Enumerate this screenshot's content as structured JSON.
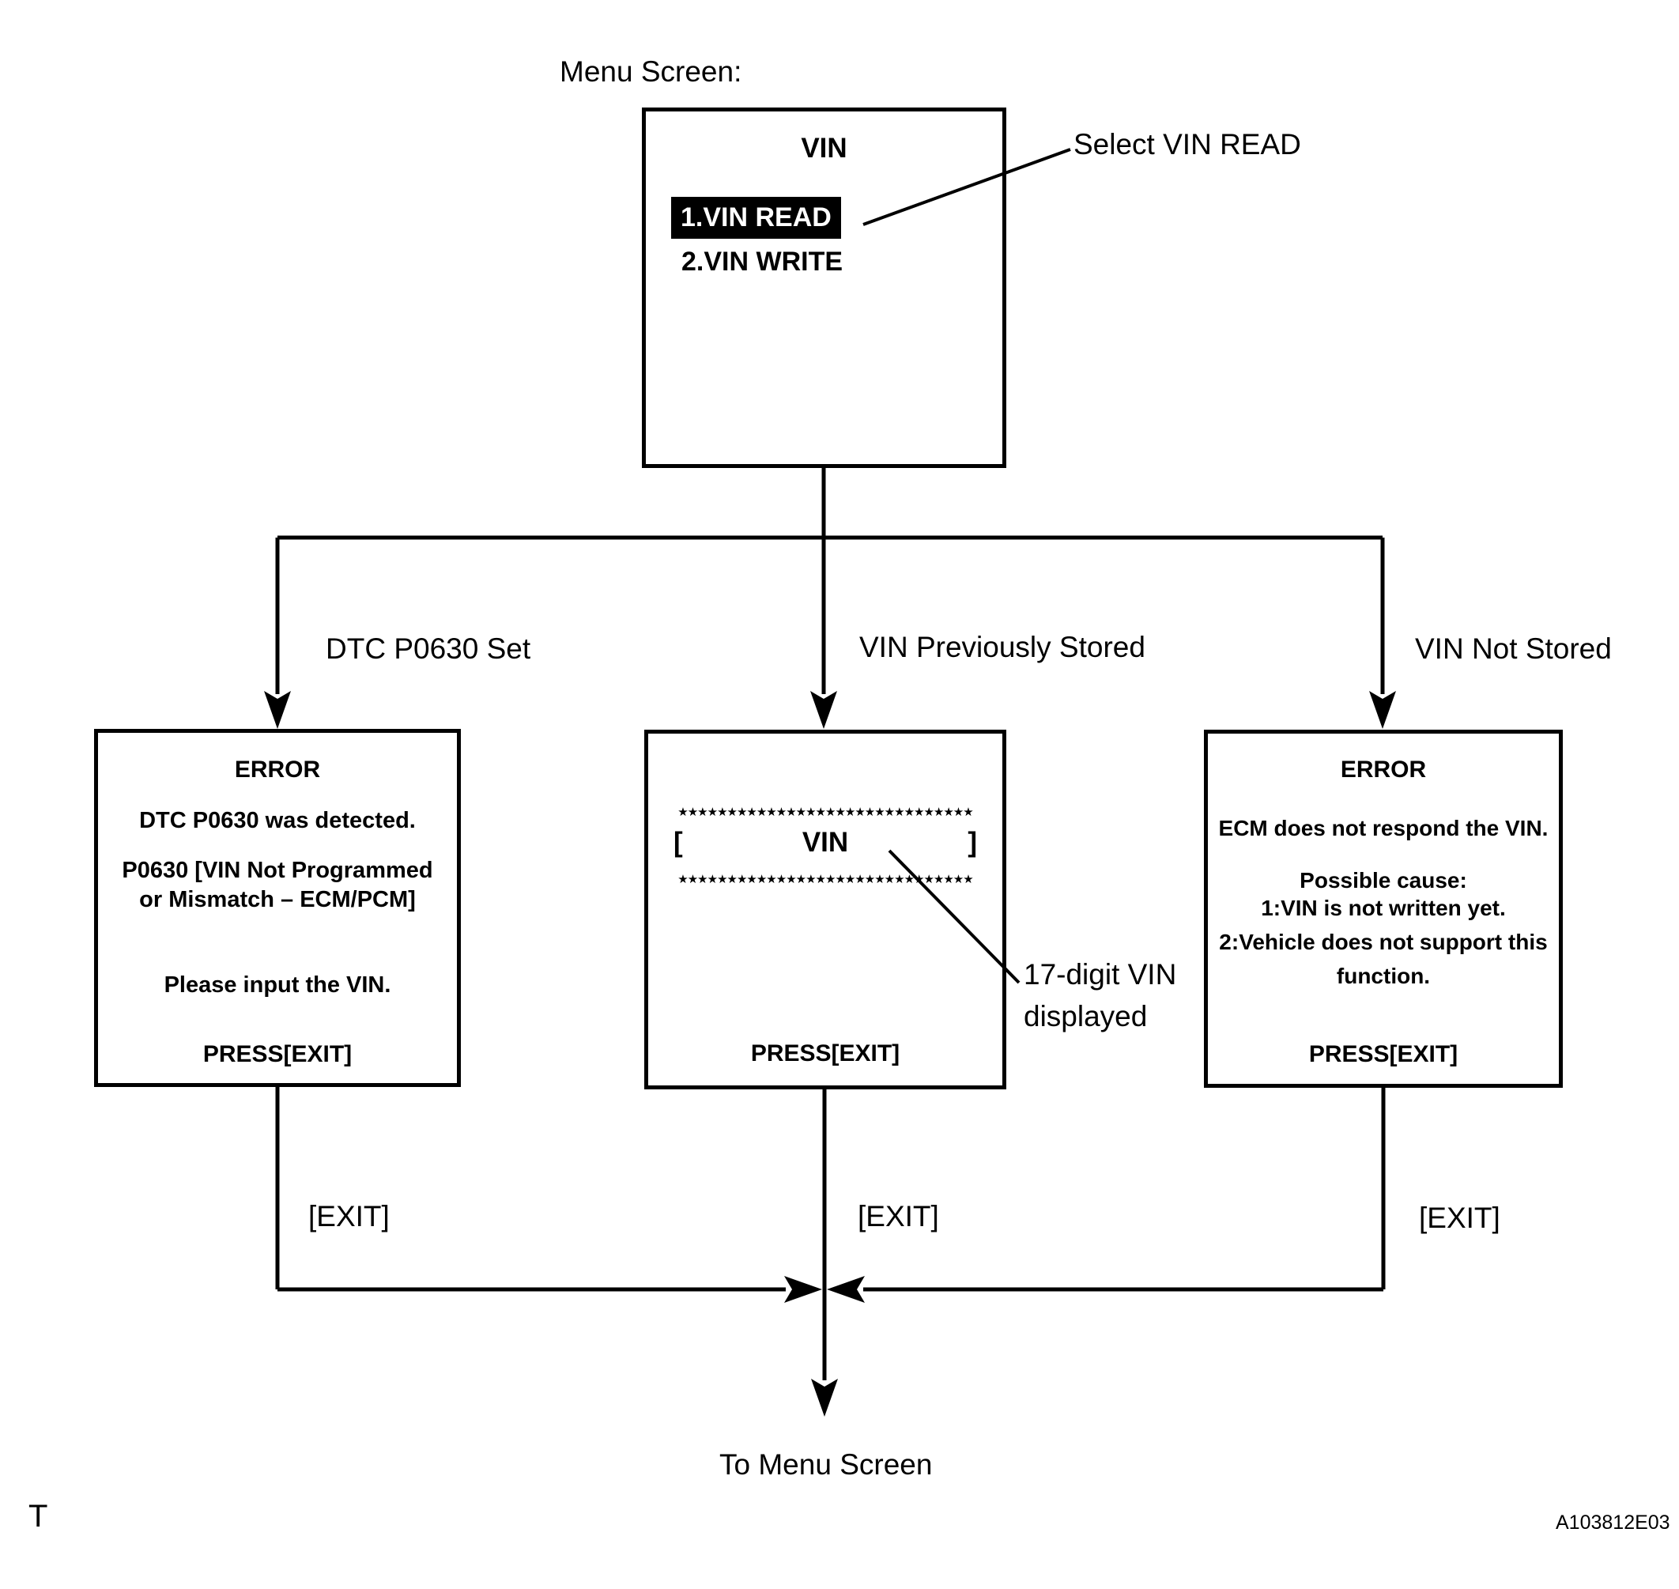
{
  "colors": {
    "ink": "#000000",
    "background": "#ffffff",
    "highlight_bg": "#000000",
    "highlight_text": "#ffffff"
  },
  "labels": {
    "menu_screen": "Menu Screen:",
    "select_vin_read": "Select VIN READ",
    "to_menu_screen": "To Menu Screen",
    "footer_left": "T",
    "figure_code": "A103812E03",
    "vin_annotation_line1": "17-digit VIN",
    "vin_annotation_line2": "displayed"
  },
  "menu_box": {
    "title": "VIN",
    "item1": "1.VIN READ",
    "item2": "2.VIN WRITE"
  },
  "branches": {
    "left": "DTC P0630 Set",
    "center": "VIN Previously Stored",
    "right": "VIN Not Stored"
  },
  "exit_labels": {
    "left": "[EXIT]",
    "center": "[EXIT]",
    "right": "[EXIT]"
  },
  "error_box_left": {
    "title": "ERROR",
    "line1": "DTC P0630 was detected.",
    "line2": "P0630  [VIN Not Programmed",
    "line3": "or Mismatch – ECM/PCM]",
    "line4": "Please input the VIN.",
    "press": "PRESS[EXIT]"
  },
  "vin_box": {
    "stars_top": "★★★★★★★★★★★★★★★★★★★★★★★★★★★★★★",
    "bracket_open": "[",
    "label": "VIN",
    "bracket_close": "]",
    "stars_bottom": "★★★★★★★★★★★★★★★★★★★★★★★★★★★★★★",
    "press": "PRESS[EXIT]"
  },
  "error_box_right": {
    "title": "ERROR",
    "line1": "ECM does not respond the VIN.",
    "line2": "Possible cause:",
    "line3": "1:VIN is not written yet.",
    "line4": "2:Vehicle does not support this",
    "line5": "function.",
    "press": "PRESS[EXIT]"
  }
}
